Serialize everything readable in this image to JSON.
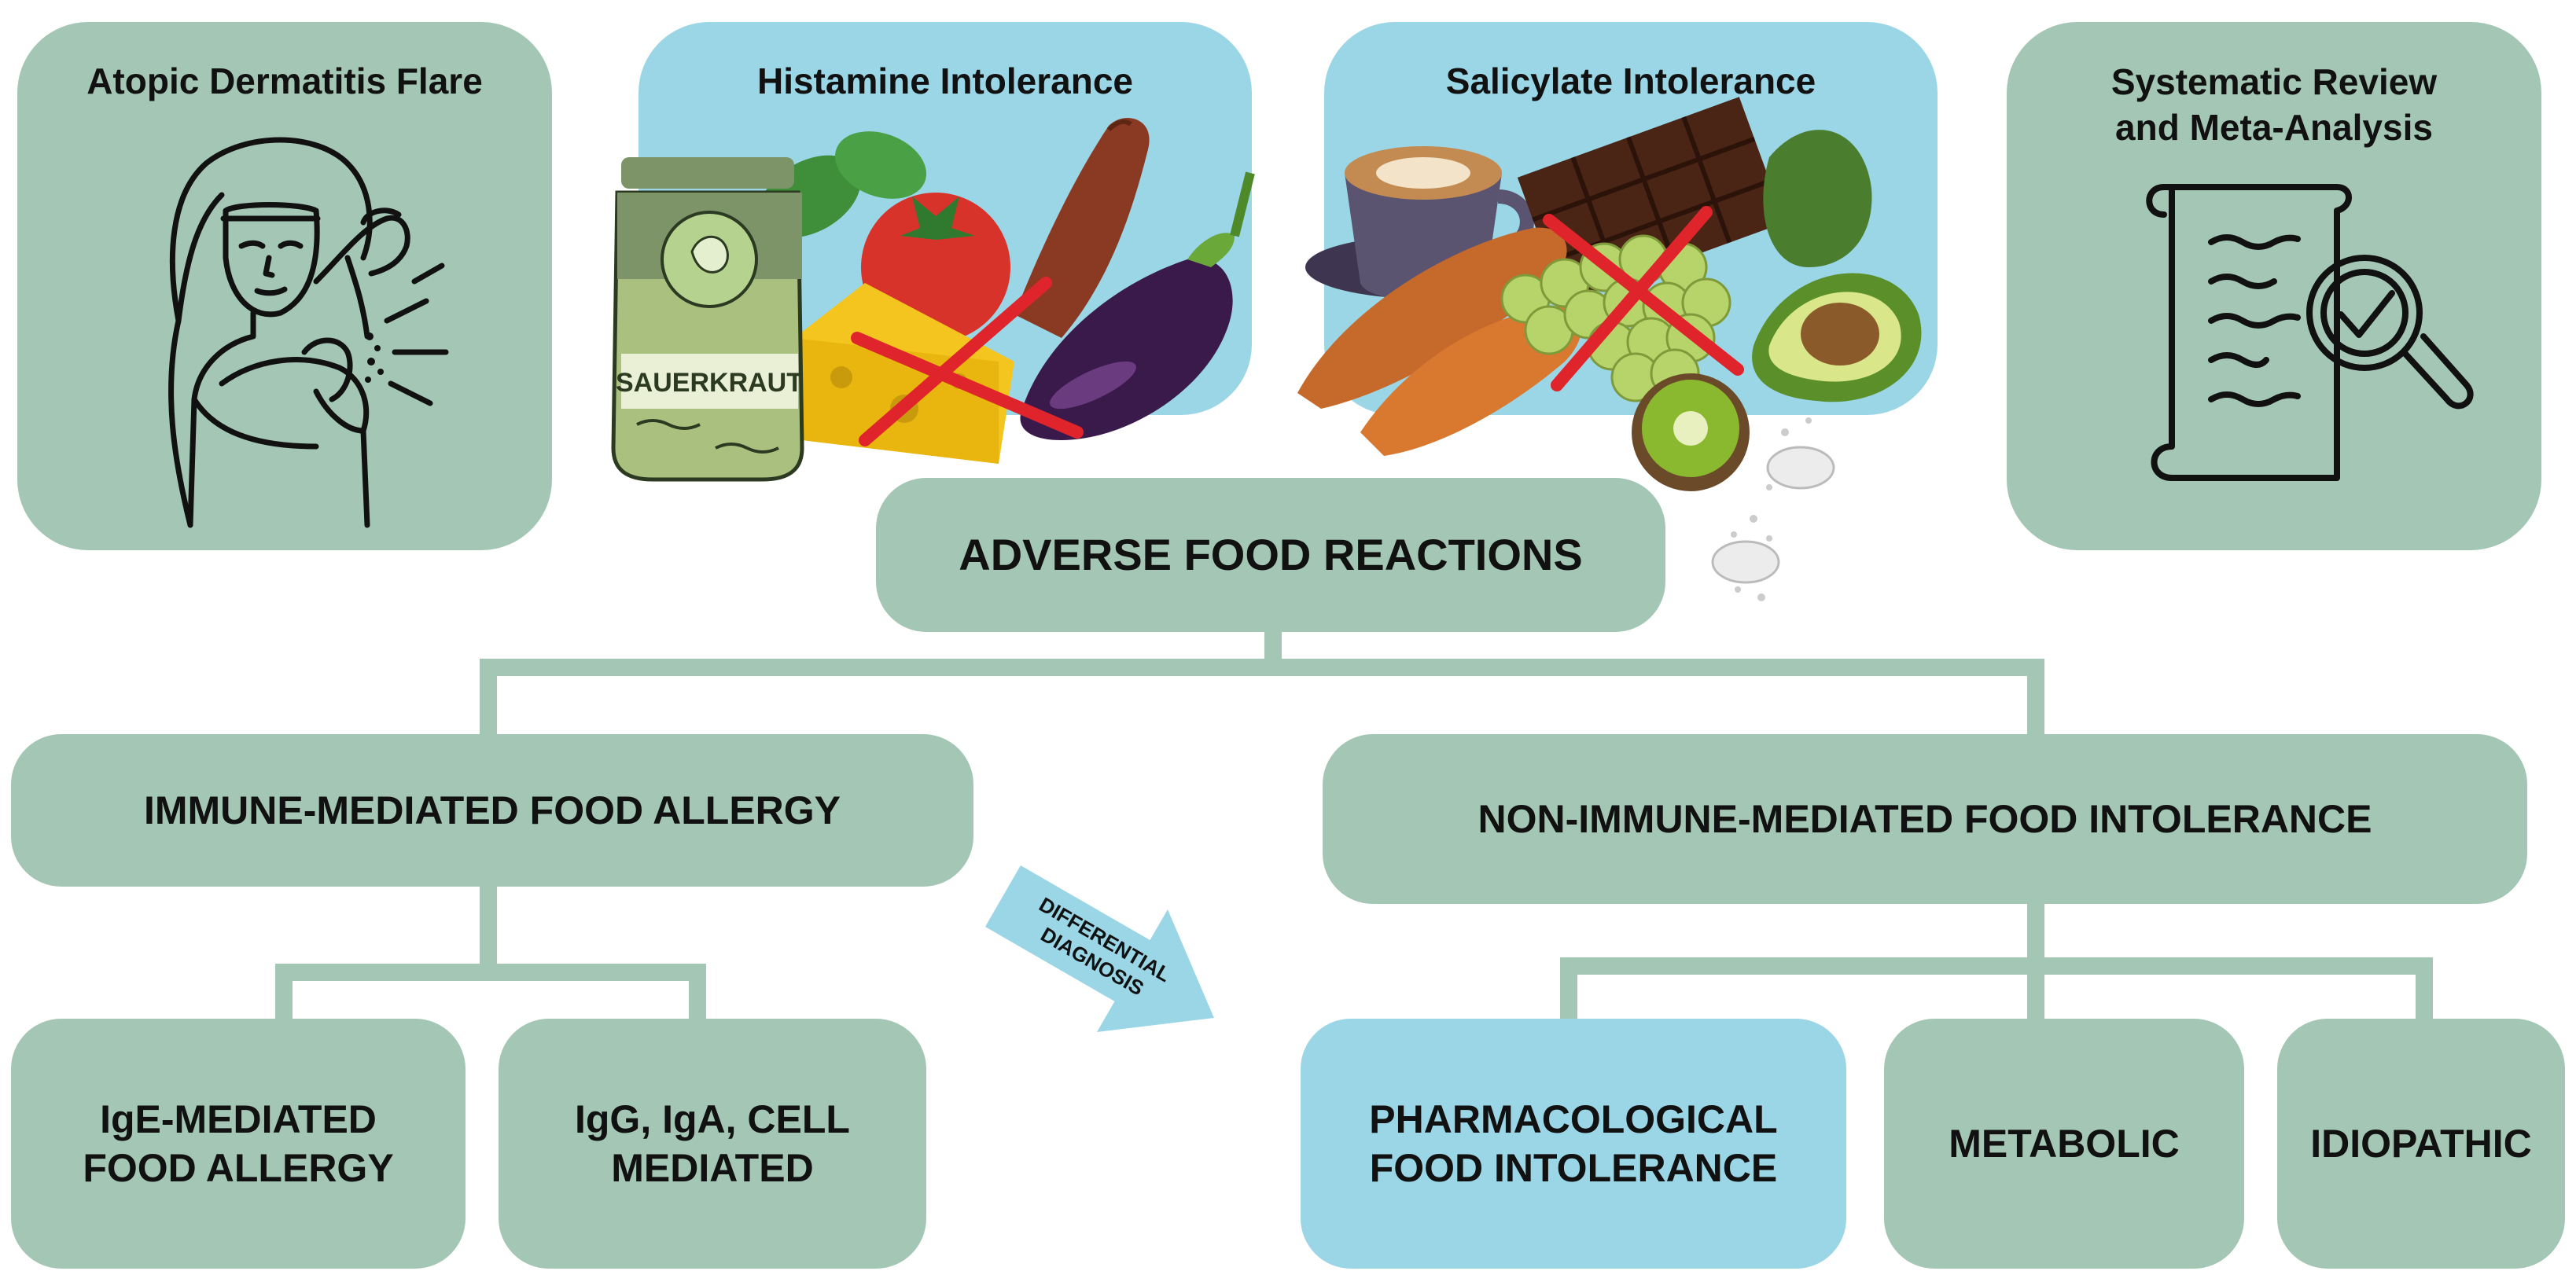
{
  "top_panels": {
    "atopic": {
      "title": "Atopic Dermatitis Flare",
      "icon": "scratching-person-icon"
    },
    "histamine": {
      "title": "Histamine Intolerance",
      "jar_label": "SAUERKRAUT",
      "icon": "histamine-foods-illustration"
    },
    "salicylate": {
      "title": "Salicylate Intolerance",
      "icon": "salicylate-foods-illustration"
    },
    "review": {
      "title_line1": "Systematic Review",
      "title_line2": "and Meta-Analysis",
      "icon": "document-magnifier-icon"
    }
  },
  "root": {
    "label": "ADVERSE FOOD REACTIONS"
  },
  "branches": {
    "immune": {
      "label": "IMMUNE-MEDIATED FOOD ALLERGY"
    },
    "non_immune": {
      "label": "NON-IMMUNE-MEDIATED FOOD INTOLERANCE"
    }
  },
  "leaves": {
    "ige": {
      "line1": "IgE-MEDIATED",
      "line2": "FOOD ALLERGY"
    },
    "igg": {
      "line1": "IgG, IgA, CELL",
      "line2": "MEDIATED"
    },
    "pharmacological": {
      "line1": "PHARMACOLOGICAL",
      "line2": "FOOD INTOLERANCE"
    },
    "metabolic": {
      "label": "METABOLIC"
    },
    "idiopathic": {
      "label": "IDIOPATHIC"
    }
  },
  "arrow": {
    "line1": "DIFFERENTIAL",
    "line2": "DIAGNOSIS"
  },
  "colors": {
    "sage_green": "#a4c6b4",
    "light_blue": "#9ad6e6",
    "cross_red": "#e0242c",
    "text": "#111111"
  }
}
